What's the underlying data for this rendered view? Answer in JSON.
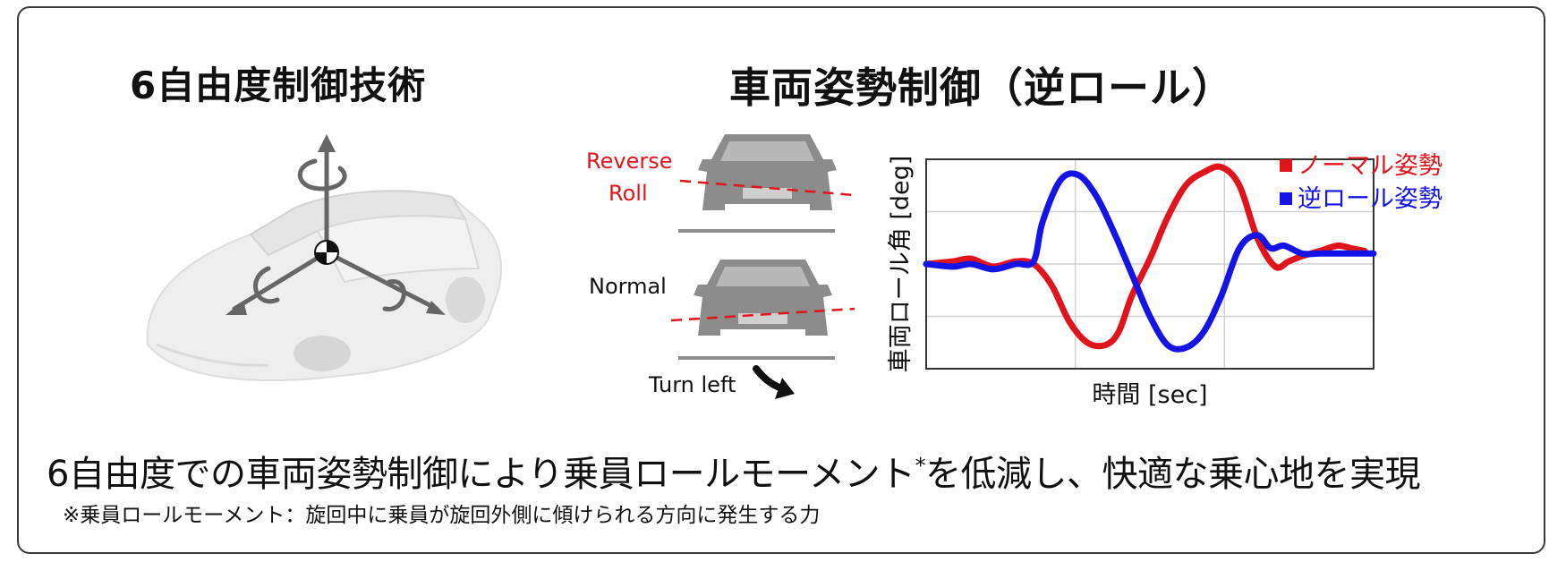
{
  "titles": {
    "left": "6自由度制御技術",
    "right": "車両姿勢制御（逆ロール）"
  },
  "diagram": {
    "label_reverse_line1": "Reverse",
    "label_reverse_line2": "Roll",
    "label_normal": "Normal",
    "label_turn": "Turn left"
  },
  "caption": {
    "main_before": "6自由度での車両姿勢制御により乗員ロールモーメント",
    "main_sup": "*",
    "main_after": "を低減し、快適な乗心地を実現",
    "note": "※乗員ロールモーメント：旋回中に乗員が旋回外側に傾けられる方向に発生する力"
  },
  "colors": {
    "red": "#e2141b",
    "blue": "#1414e6",
    "car": "#8c8c8c",
    "frame": "#3a3a3a"
  },
  "chart_data": {
    "type": "line",
    "xlabel": "時間 [sec]",
    "ylabel": "車両ロール角 [deg]",
    "xlim": [
      0,
      10
    ],
    "ylim": [
      -2,
      2
    ],
    "grid": true,
    "legend_position": "top-right",
    "series": [
      {
        "name": "ノーマル姿勢",
        "color": "#e2141b",
        "x": [
          0,
          0.6,
          1.0,
          1.5,
          2.0,
          2.4,
          2.8,
          3.2,
          3.6,
          4.0,
          4.3,
          4.6,
          5.0,
          5.4,
          5.8,
          6.2,
          6.6,
          7.0,
          7.4,
          7.8,
          8.1,
          8.4,
          8.8,
          9.2,
          9.5,
          9.8
        ],
        "y": [
          0,
          0.05,
          0.1,
          -0.05,
          0.05,
          0.0,
          -0.4,
          -1.1,
          -1.5,
          -1.55,
          -1.3,
          -0.6,
          0.1,
          0.9,
          1.5,
          1.75,
          1.85,
          1.5,
          0.5,
          -0.05,
          0.05,
          0.15,
          0.25,
          0.35,
          0.3,
          0.25
        ]
      },
      {
        "name": "逆ロール姿勢",
        "color": "#1414e6",
        "x": [
          0,
          0.6,
          1.0,
          1.5,
          2.0,
          2.4,
          2.6,
          3.0,
          3.4,
          3.8,
          4.2,
          4.6,
          5.0,
          5.4,
          5.8,
          6.2,
          6.6,
          7.0,
          7.4,
          7.7,
          8.0,
          8.4,
          8.8,
          9.2,
          9.6,
          10.0
        ],
        "y": [
          0,
          -0.05,
          0.0,
          -0.1,
          0.0,
          0.05,
          0.8,
          1.6,
          1.7,
          1.3,
          0.6,
          -0.2,
          -1.0,
          -1.55,
          -1.6,
          -1.3,
          -0.6,
          0.3,
          0.55,
          0.3,
          0.35,
          0.2,
          0.2,
          0.2,
          0.2,
          0.2
        ]
      }
    ]
  }
}
